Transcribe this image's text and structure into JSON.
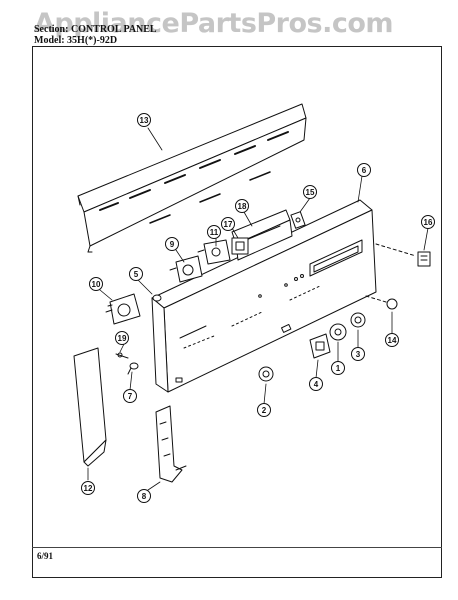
{
  "watermark": "AppliancePartsPros.com",
  "header": {
    "line1": "Section: CONTROL PANEL",
    "line2": "Model: 35H(*)-92D"
  },
  "footer": {
    "date": "6/91"
  },
  "parts": [
    {
      "id": "13",
      "label": "13"
    },
    {
      "id": "6",
      "label": "6"
    },
    {
      "id": "15",
      "label": "15"
    },
    {
      "id": "18",
      "label": "18"
    },
    {
      "id": "11",
      "label": "11"
    },
    {
      "id": "17",
      "label": "17"
    },
    {
      "id": "9",
      "label": "9"
    },
    {
      "id": "16",
      "label": "16"
    },
    {
      "id": "10",
      "label": "10"
    },
    {
      "id": "5",
      "label": "5"
    },
    {
      "id": "14",
      "label": "14"
    },
    {
      "id": "19",
      "label": "19"
    },
    {
      "id": "3",
      "label": "3"
    },
    {
      "id": "1",
      "label": "1"
    },
    {
      "id": "4",
      "label": "4"
    },
    {
      "id": "7",
      "label": "7"
    },
    {
      "id": "2",
      "label": "2"
    },
    {
      "id": "12",
      "label": "12"
    },
    {
      "id": "8",
      "label": "8"
    }
  ]
}
